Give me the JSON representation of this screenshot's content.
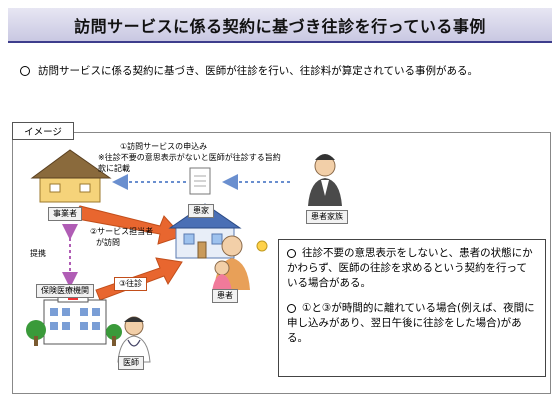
{
  "title": "訪問サービスに係る契約に基づき往診を行っている事例",
  "summary": "訪問サービスに係る契約に基づき、医師が往診を行い、往診料が算定されている事例がある。",
  "diagram": {
    "image_label": "イメージ",
    "step1_title": "①訪問サービスの申込み",
    "step1_note_line1": "※往診不要の意思表示がないと医師が往診する旨約",
    "step1_note_line2": "款に記載",
    "business_label": "事業者",
    "step2_line1": "②サービス担当者",
    "step2_line2": "が訪問",
    "teikei_label": "提携",
    "hospital_label": "保険医療機関",
    "step3_label": "③往診",
    "patient_home_label": "患家",
    "patient_label": "患者",
    "family_label": "患者家族",
    "doctor_label": "医師",
    "colors": {
      "title_band": "#c9c8e2",
      "arrow_orange": "#e8662f",
      "arrow_dotted": "#6a8fcf",
      "arrow_purple": "#b05db5",
      "house_yellow": "#f5d37a",
      "hospital_green": "#3a9a3a"
    }
  },
  "callout": {
    "point1": "往診不要の意思表示をしないと、患者の状態にかかわらず、医師の往診を求めるという契約を行っている場合がある。",
    "point2": "①と③が時間的に離れている場合(例えば、夜間に申し込みがあり、翌日午後に往診をした場合)がある。"
  }
}
